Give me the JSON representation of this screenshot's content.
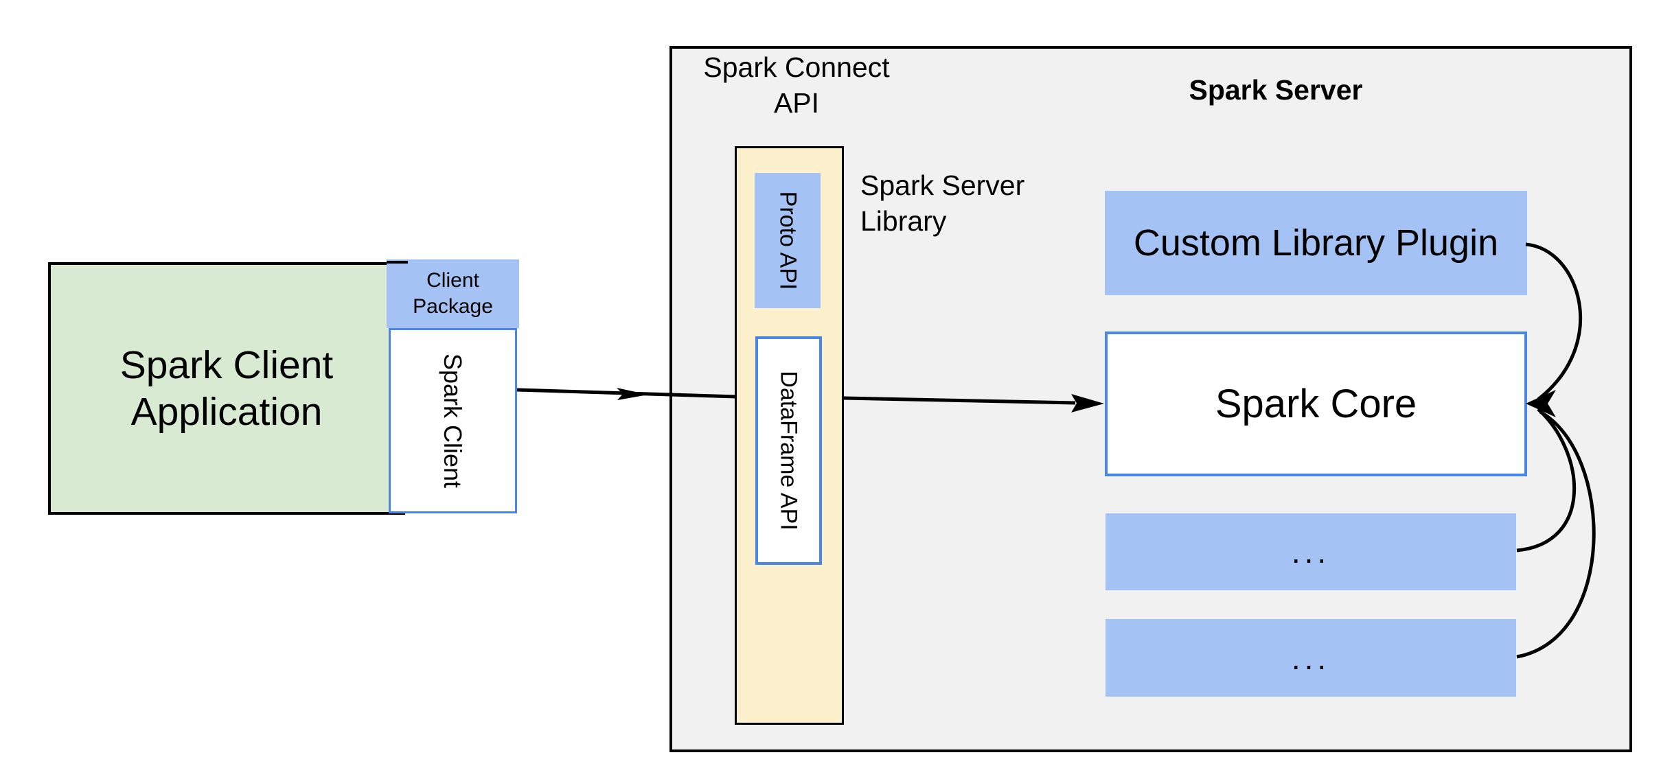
{
  "colors": {
    "green_fill": "#d9ead3",
    "blue_fill": "#a4c2f4",
    "blue_border": "#4a86e8",
    "yellow_fill": "#fcf0cd",
    "gray_fill": "#f1f1f2",
    "line": "#000000"
  },
  "client_app": {
    "label_line1": "Spark Client",
    "label_line2": "Application"
  },
  "client_package": {
    "label_line1": "Client",
    "label_line2": "Package"
  },
  "spark_client_box": {
    "label": "Spark Client"
  },
  "connect_api": {
    "heading_line1": "Spark Connect",
    "heading_line2": "API",
    "proto_api_label": "Proto API",
    "dataframe_api_label": "DataFrame API"
  },
  "server_library_caption": {
    "line1": "Spark Server",
    "line2": "Library"
  },
  "spark_server": {
    "heading": "Spark Server",
    "plugin_label": "Custom Library Plugin",
    "core_label": "Spark Core",
    "more_label_1": "...",
    "more_label_2": "..."
  }
}
